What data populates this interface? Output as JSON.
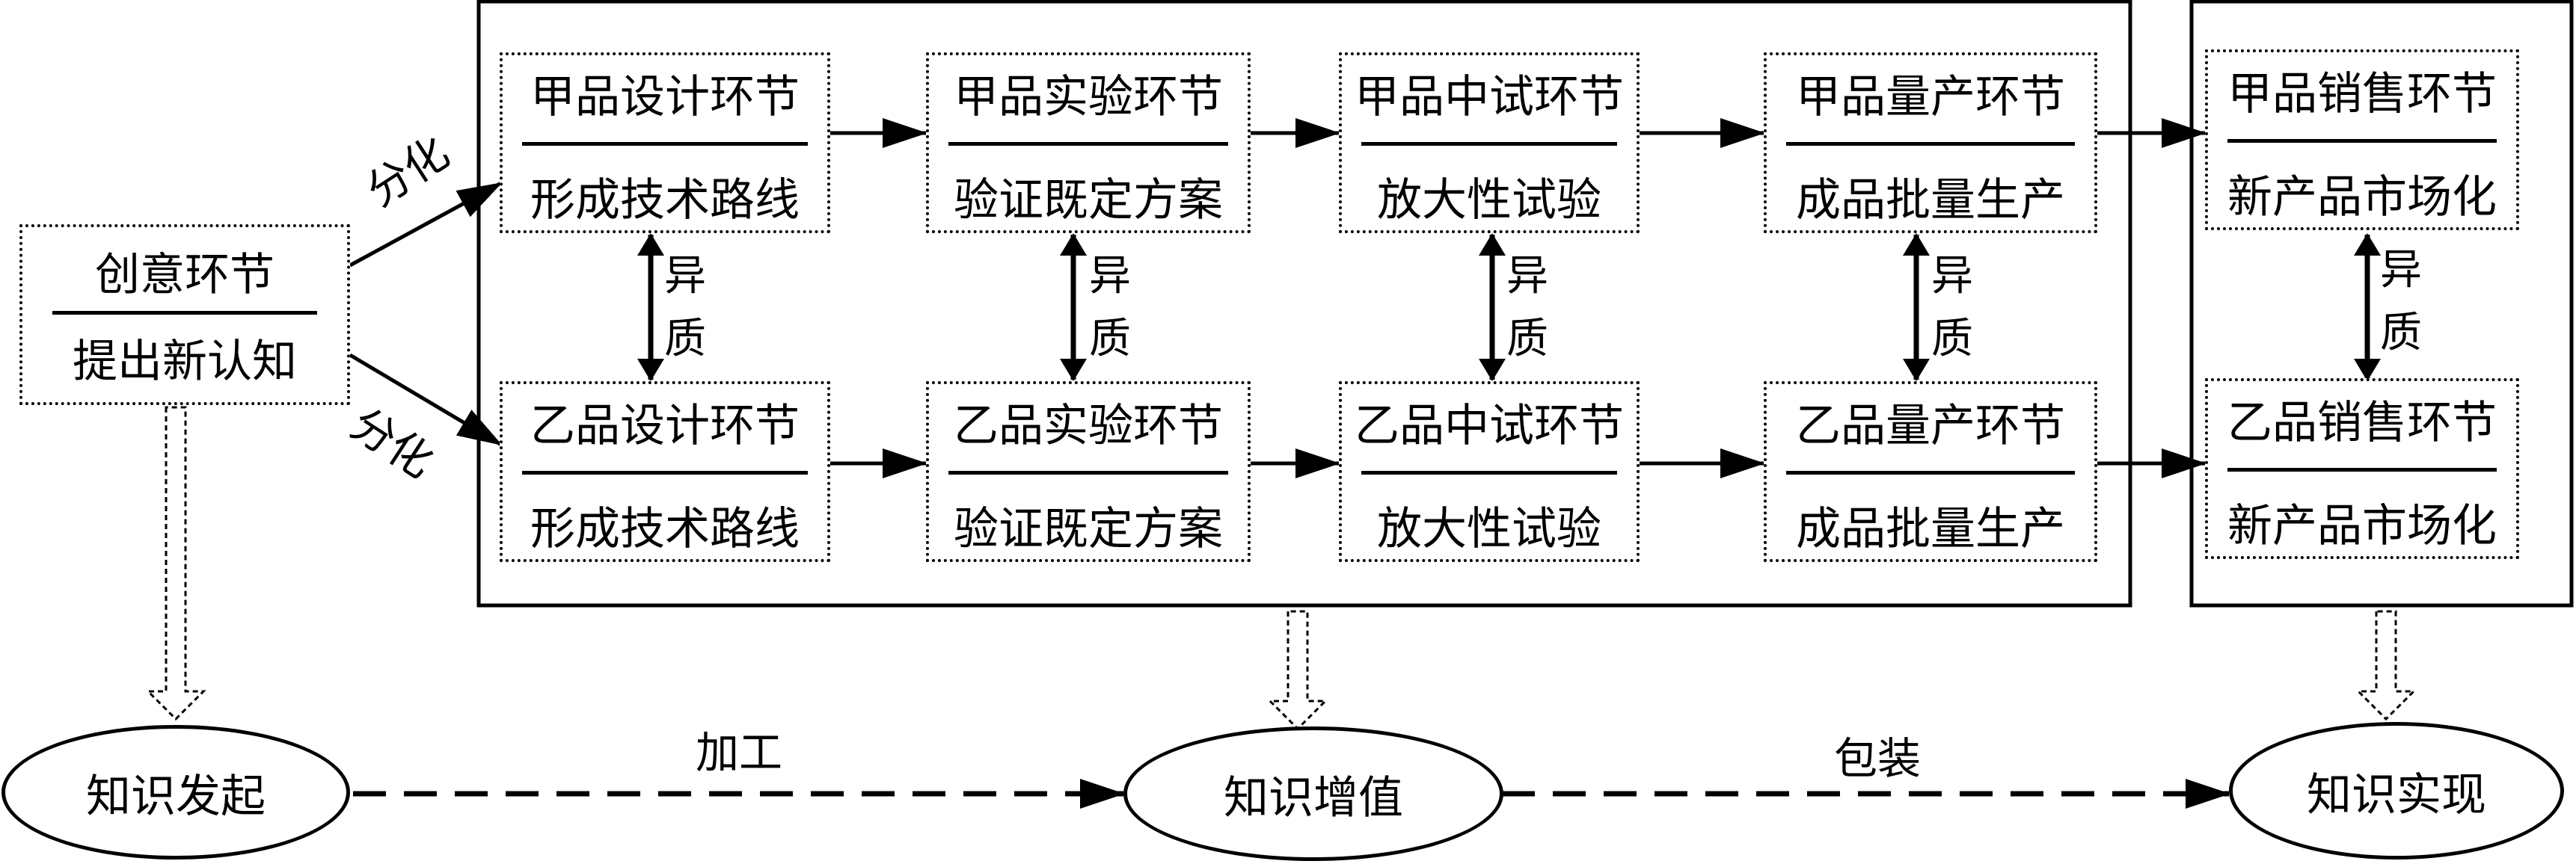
{
  "origin": {
    "title": "创意环节",
    "subtitle": "提出新认知"
  },
  "split_label": "分化",
  "hetero_label": "异质",
  "row_a": [
    {
      "title": "甲品设计环节",
      "subtitle": "形成技术路线"
    },
    {
      "title": "甲品实验环节",
      "subtitle": "验证既定方案"
    },
    {
      "title": "甲品中试环节",
      "subtitle": "放大性试验"
    },
    {
      "title": "甲品量产环节",
      "subtitle": "成品批量生产"
    },
    {
      "title": "甲品销售环节",
      "subtitle": "新产品市场化"
    }
  ],
  "row_b": [
    {
      "title": "乙品设计环节",
      "subtitle": "形成技术路线"
    },
    {
      "title": "乙品实验环节",
      "subtitle": "验证既定方案"
    },
    {
      "title": "乙品中试环节",
      "subtitle": "放大性试验"
    },
    {
      "title": "乙品量产环节",
      "subtitle": "成品批量生产"
    },
    {
      "title": "乙品销售环节",
      "subtitle": "新产品市场化"
    }
  ],
  "knowledge": [
    {
      "label": "知识发起"
    },
    {
      "label": "知识增值"
    },
    {
      "label": "知识实现"
    }
  ],
  "transitions": [
    "加工",
    "包装"
  ]
}
